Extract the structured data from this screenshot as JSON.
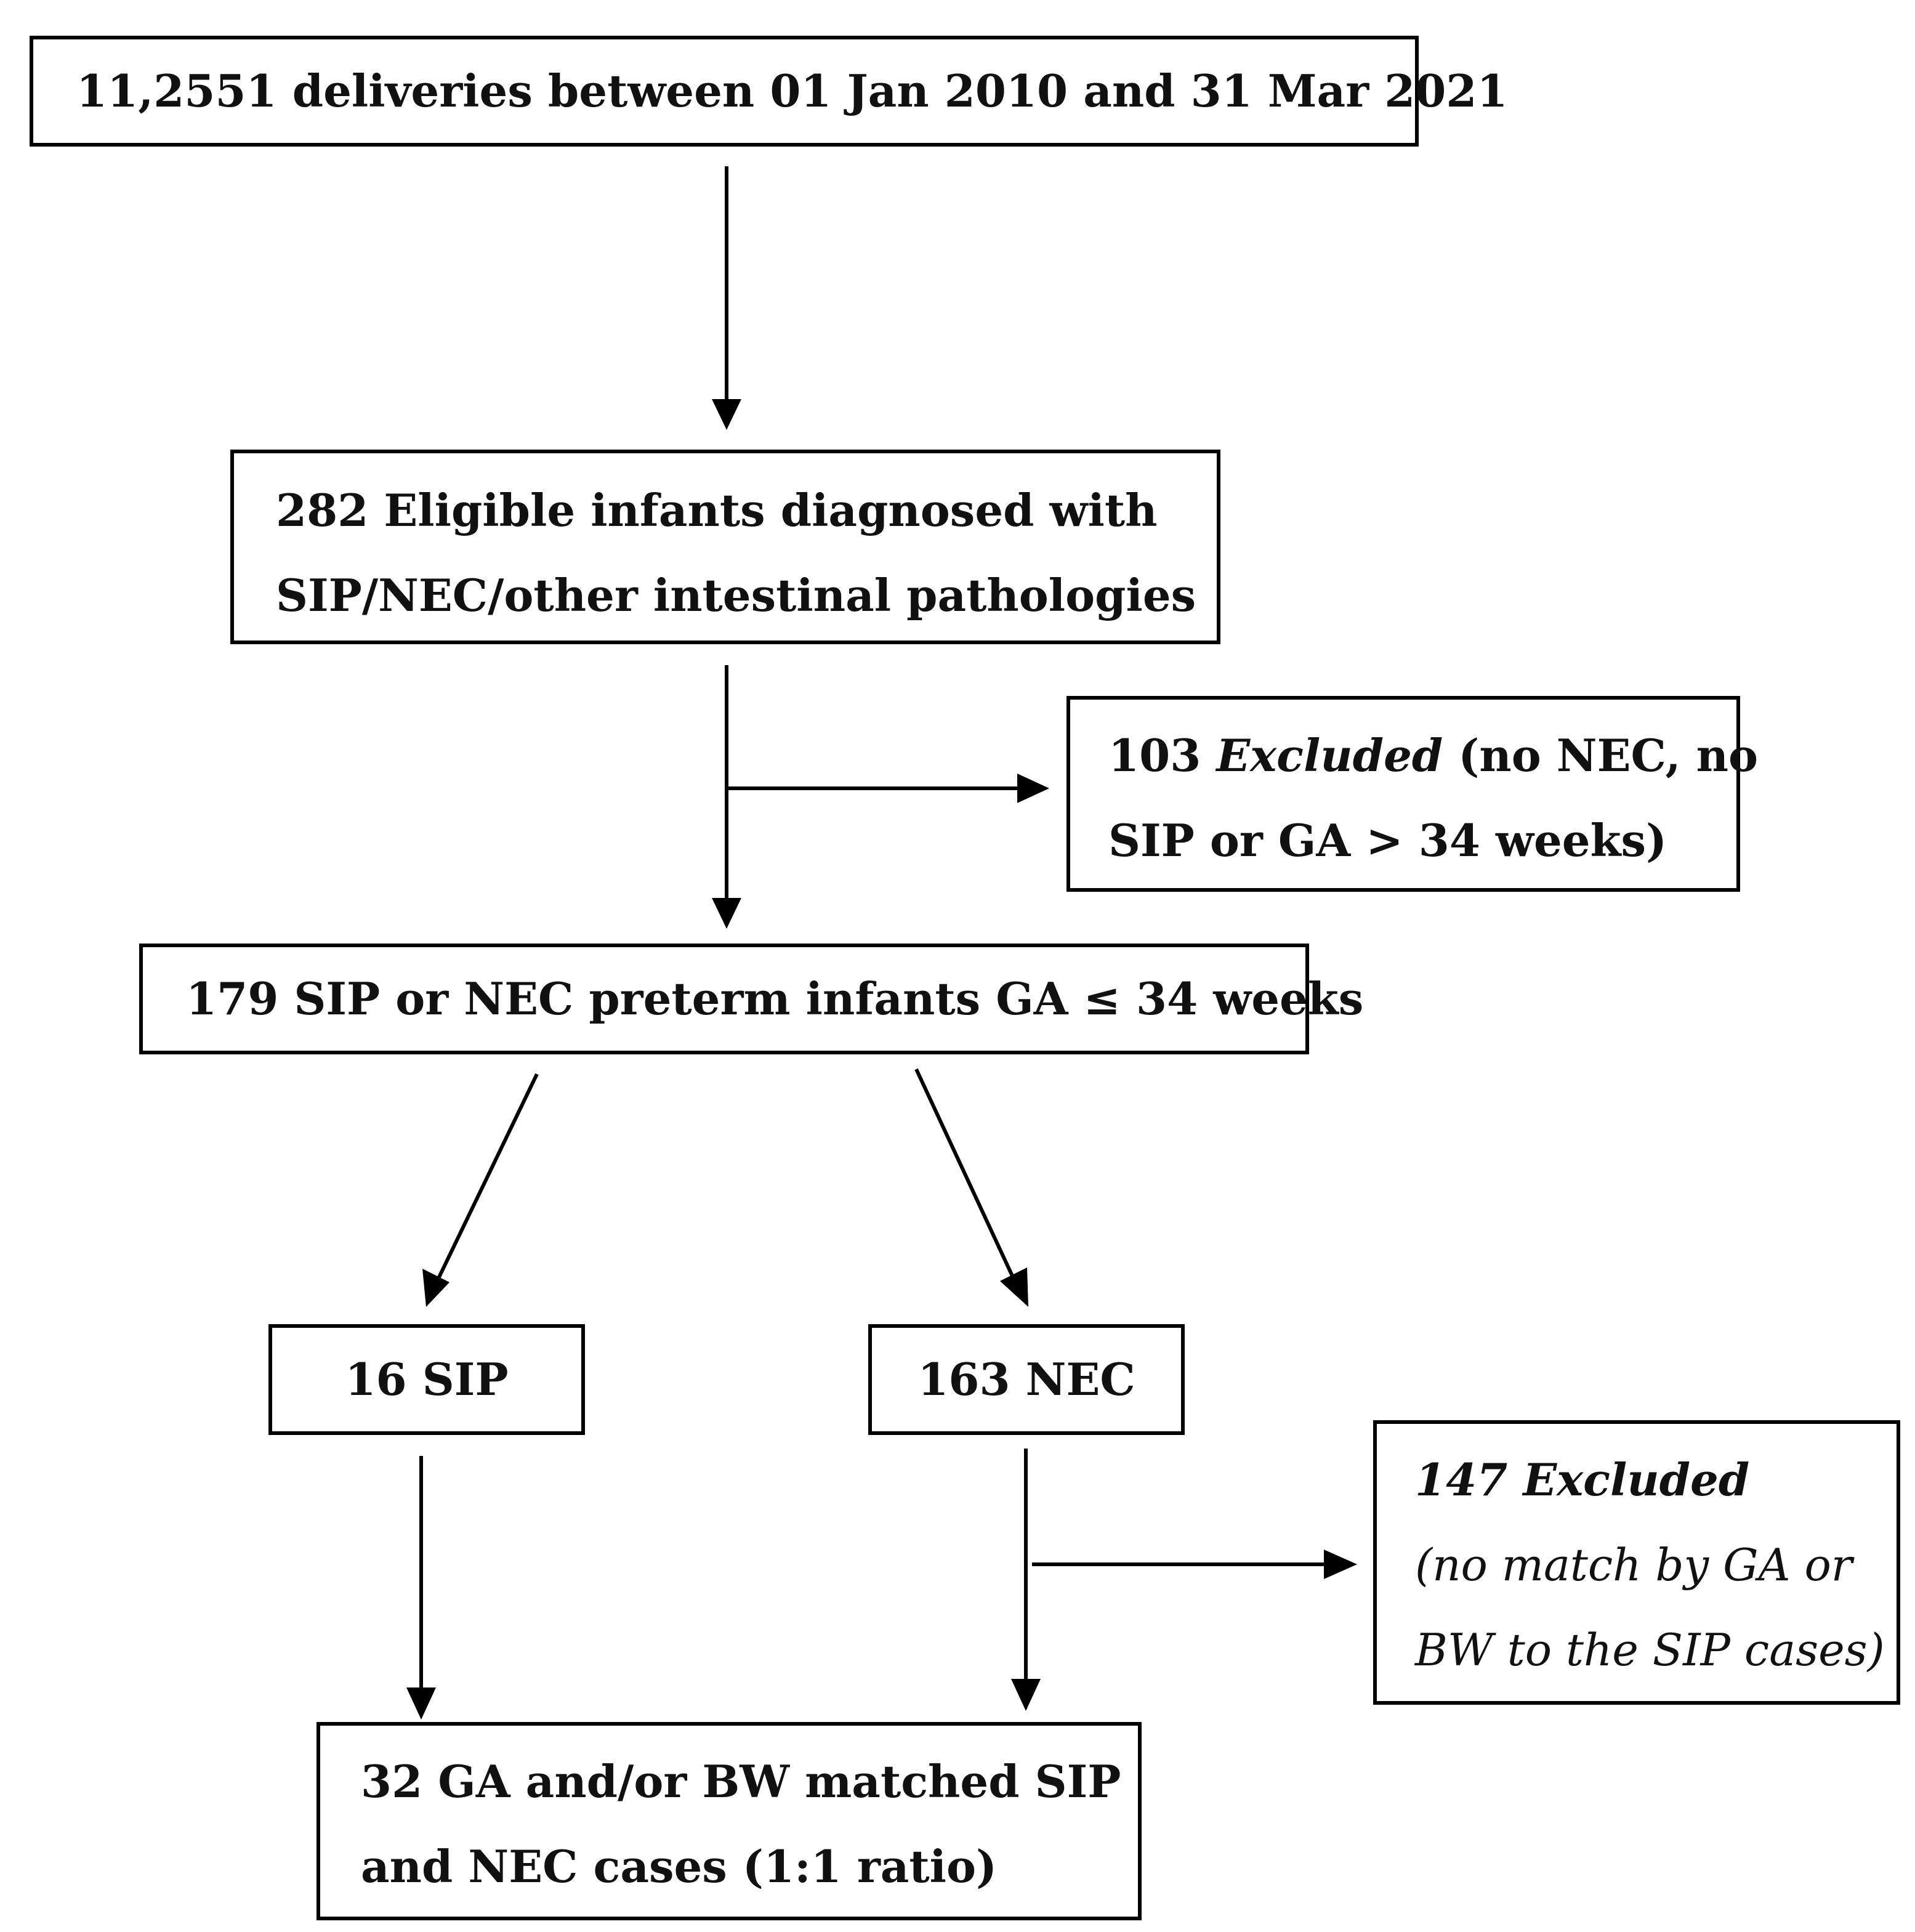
{
  "boxes": {
    "deliveries": "11,2551 deliveries between 01 Jan 2010 and 31 Mar 2021",
    "eligible": {
      "line1": "282 Eligible infants diagnosed with",
      "line2": "SIP/NEC/other intestinal pathologies"
    },
    "excluded_103": {
      "count": "103",
      "word": "Excluded",
      "reason_part": "(no NEC, no",
      "line2": "SIP or GA > 34 weeks)"
    },
    "preterm": "179 SIP or NEC preterm infants GA ≤ 34 weeks",
    "sip": "16 SIP",
    "nec": "163 NEC",
    "excluded_147": {
      "line1": "147 Excluded",
      "line2": "(no match by GA or",
      "line3": "BW to the SIP cases)"
    },
    "matched": {
      "line1": "32 GA and/or BW matched SIP",
      "line2": "and NEC cases (1:1 ratio)"
    }
  },
  "colors": {
    "line": "#000000",
    "text": "#111111",
    "background": "#ffffff"
  }
}
